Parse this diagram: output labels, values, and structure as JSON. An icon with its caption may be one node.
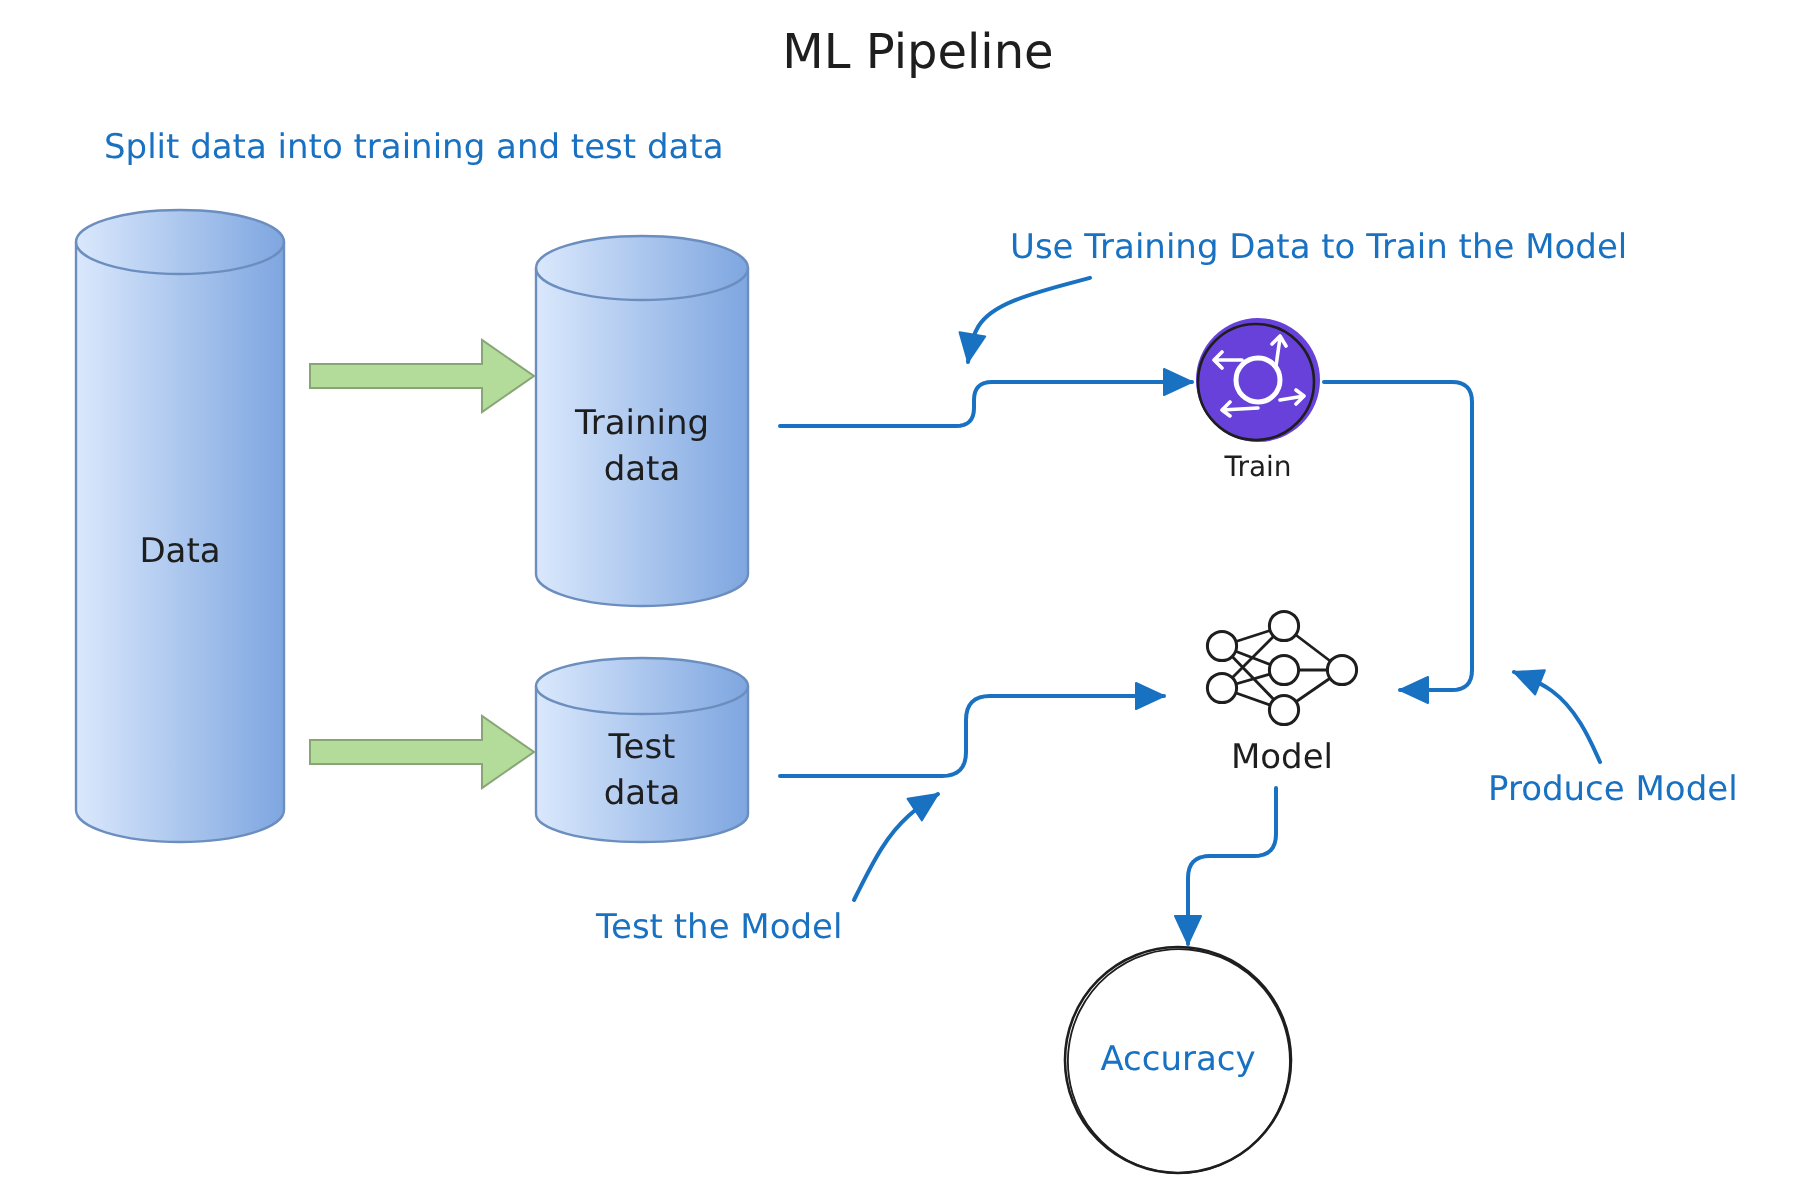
{
  "diagram": {
    "title": "ML Pipeline",
    "nodes": [
      {
        "text": [
          "Data"
        ]
      },
      {
        "text": [
          "Training data"
        ]
      },
      {
        "text": [
          "Test data"
        ]
      },
      {
        "text": [
          "Train"
        ]
      },
      {
        "text": [
          "Model"
        ]
      },
      {
        "text": [
          "Accuracy"
        ]
      },
      {
        "text": [
          "Use Training Data to Train the Model"
        ]
      },
      {
        "text": [
          "Test the Model"
        ]
      },
      {
        "text": [
          "Produce Model"
        ]
      }
    ],
    "edges": [
      {
        "from": 0,
        "to": 1,
        "arrow": "to",
        "style": "thick",
        "color": "#b3dc9b"
      },
      {
        "from": 0,
        "to": 2,
        "arrow": "to",
        "style": "thick",
        "color": "#b3dc9b"
      },
      {
        "from": 1,
        "to": 3,
        "arrow": "to"
      },
      {
        "from": 3,
        "to": 4,
        "arrow": "to"
      },
      {
        "from": 2,
        "to": 4,
        "arrow": "to"
      },
      {
        "from": 4,
        "to": 5,
        "arrow": "to"
      },
      {
        "from": 6,
        "to": null,
        "arrow": "to"
      },
      {
        "from": 7,
        "to": null,
        "arrow": "to"
      },
      {
        "from": 8,
        "to": null,
        "arrow": "to"
      }
    ],
    "labels": [
      "Split data into training and test data"
    ]
  }
}
